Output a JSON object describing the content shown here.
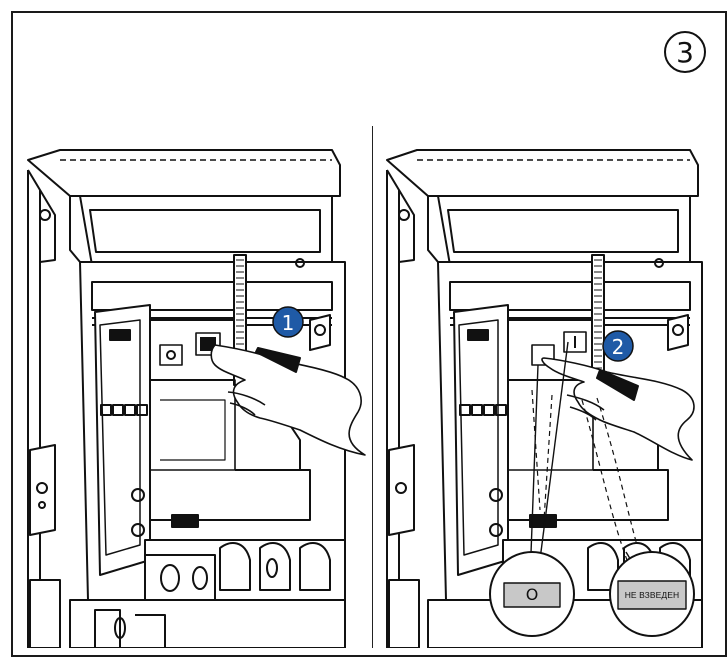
{
  "step_number": "3",
  "panels": [
    {
      "id": "left",
      "marker": "1"
    },
    {
      "id": "right",
      "marker": "2"
    }
  ],
  "magnifiers": {
    "button_symbol": "O",
    "status_label": "НЕ ВЗВЕДЕН"
  },
  "colors": {
    "marker_fill": "#1f5aa6",
    "display_fill": "#c8c8c8",
    "line": "#111111"
  },
  "icons": [
    "hand-icon",
    "arrow-icon",
    "magnifier-icon"
  ]
}
